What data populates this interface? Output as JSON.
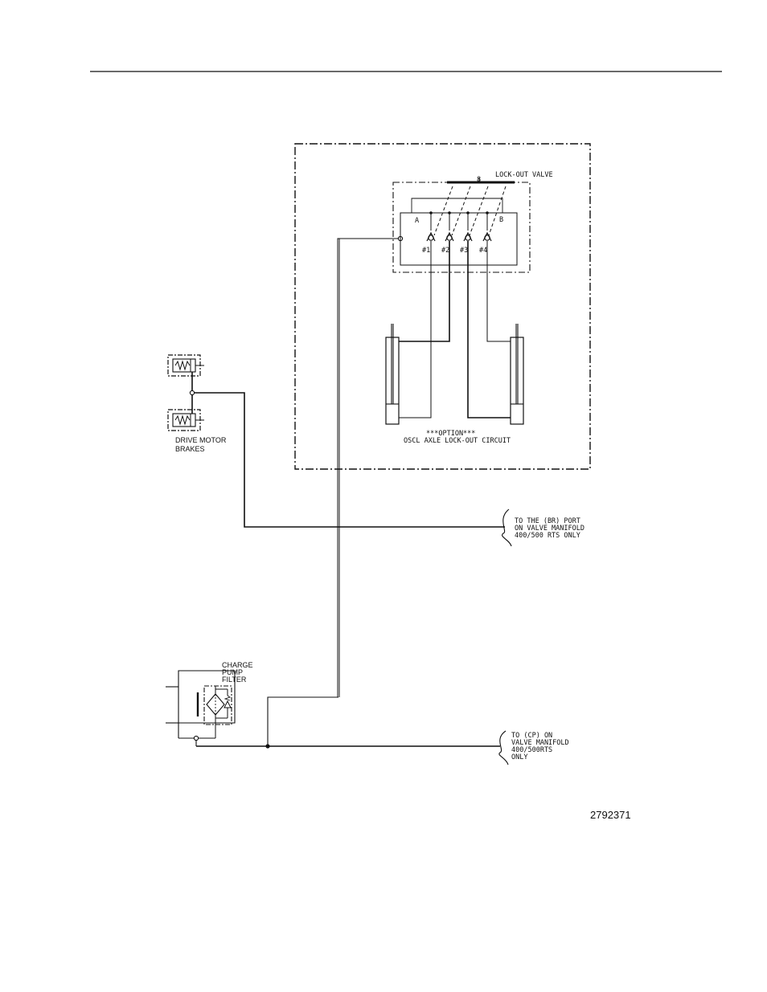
{
  "labels": {
    "lockout_valve": "LOCK-OUT VALVE",
    "valve_marker": "8",
    "port_a": "A",
    "port_b": "B",
    "port_1": "#1",
    "port_2": "#2",
    "port_3": "#3",
    "port_4": "#4",
    "option_line1": "***OPTION***",
    "option_line2": "OSCL AXLE LOCK-OUT CIRCUIT",
    "brakes_line1": "DRIVE MOTOR",
    "brakes_line2": "BRAKES",
    "br_port_line1": "TO THE (BR) PORT",
    "br_port_line2": "ON VALVE MANIFOLD",
    "br_port_line3": "400/500 RTS ONLY",
    "filter_line1": "CHARGE",
    "filter_line2": "PUMP",
    "filter_line3": "FILTER",
    "cp_line1": "TO (CP) ON",
    "cp_line2": "VALVE MANIFOLD",
    "cp_line3": "400/500RTS",
    "cp_line4": "ONLY",
    "figure_number": "2792371"
  }
}
